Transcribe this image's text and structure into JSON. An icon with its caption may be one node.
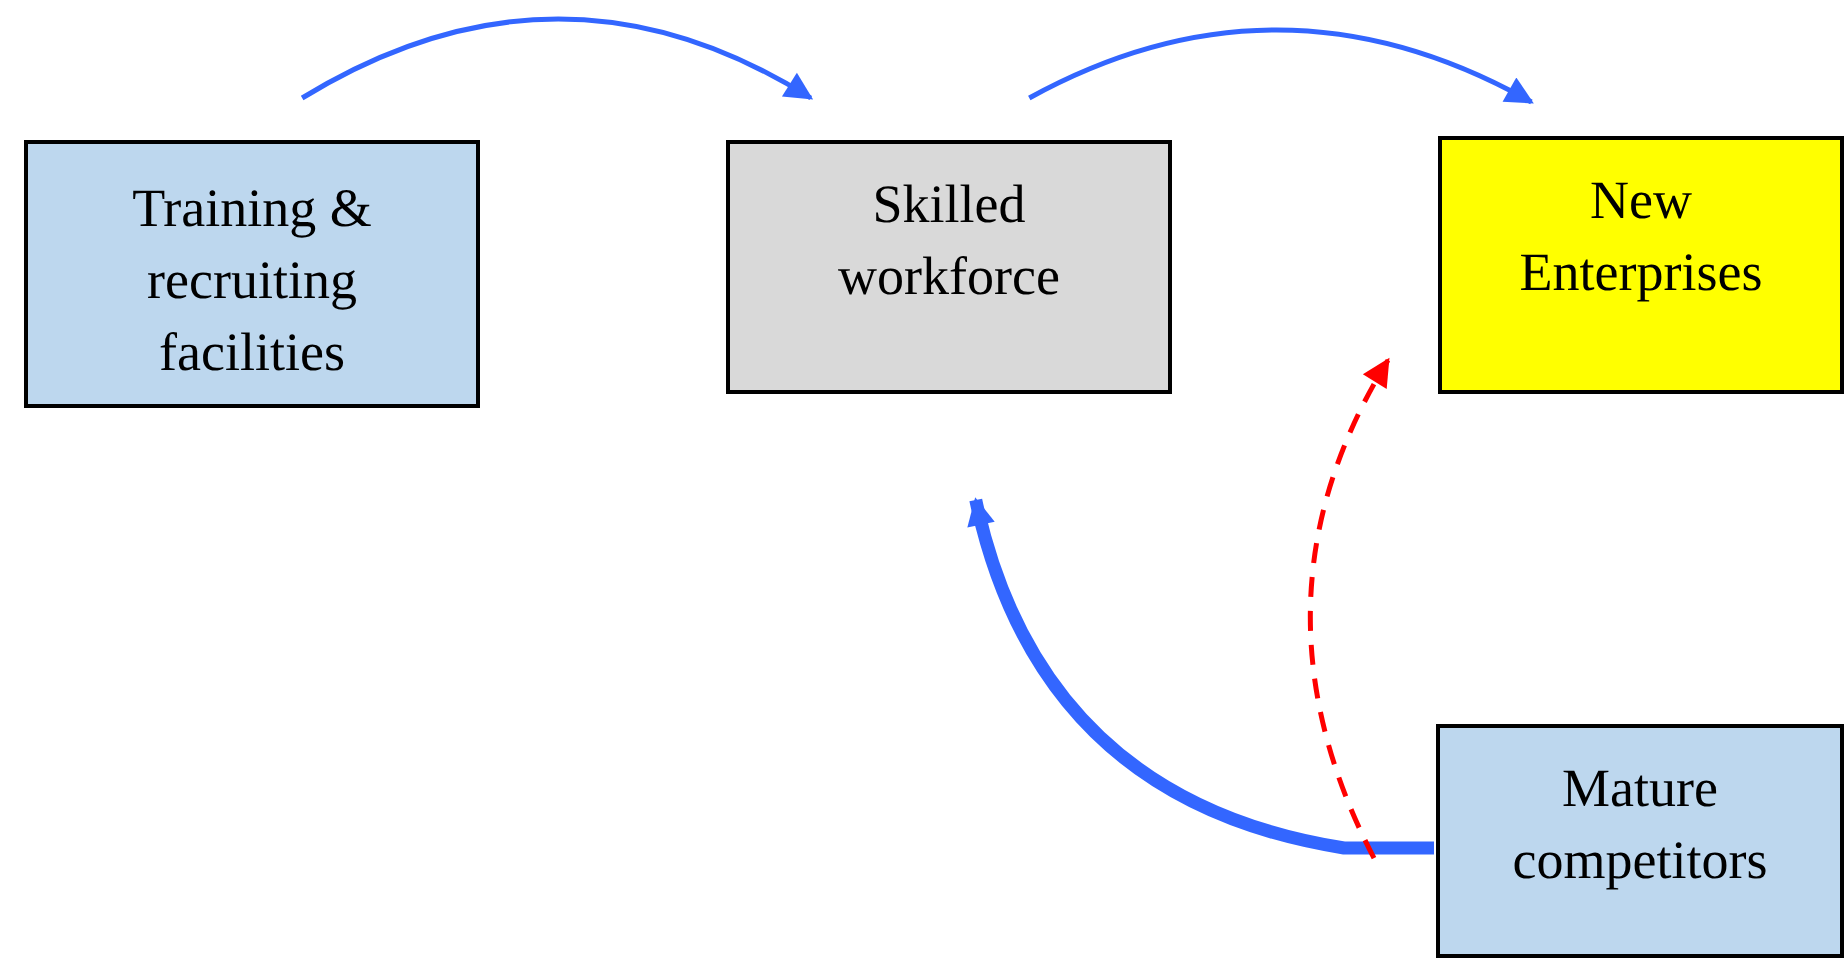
{
  "diagram": {
    "nodes": [
      {
        "text": [
          "Training & recruiting facilities"
        ]
      },
      {
        "text": [
          "Skilled workforce"
        ]
      },
      {
        "text": [
          "New Enterprises"
        ]
      },
      {
        "text": [
          "Mature competitors"
        ]
      }
    ],
    "edges": [
      {
        "from": 0,
        "to": 1,
        "arrow": "to"
      },
      {
        "from": 1,
        "to": 2,
        "arrow": "to"
      },
      {
        "from": 3,
        "to": 1,
        "arrow": "to",
        "style": "thick"
      },
      {
        "from": 3,
        "to": 2,
        "arrow": "to",
        "style": "dashed",
        "color": "#ff0000"
      }
    ]
  }
}
